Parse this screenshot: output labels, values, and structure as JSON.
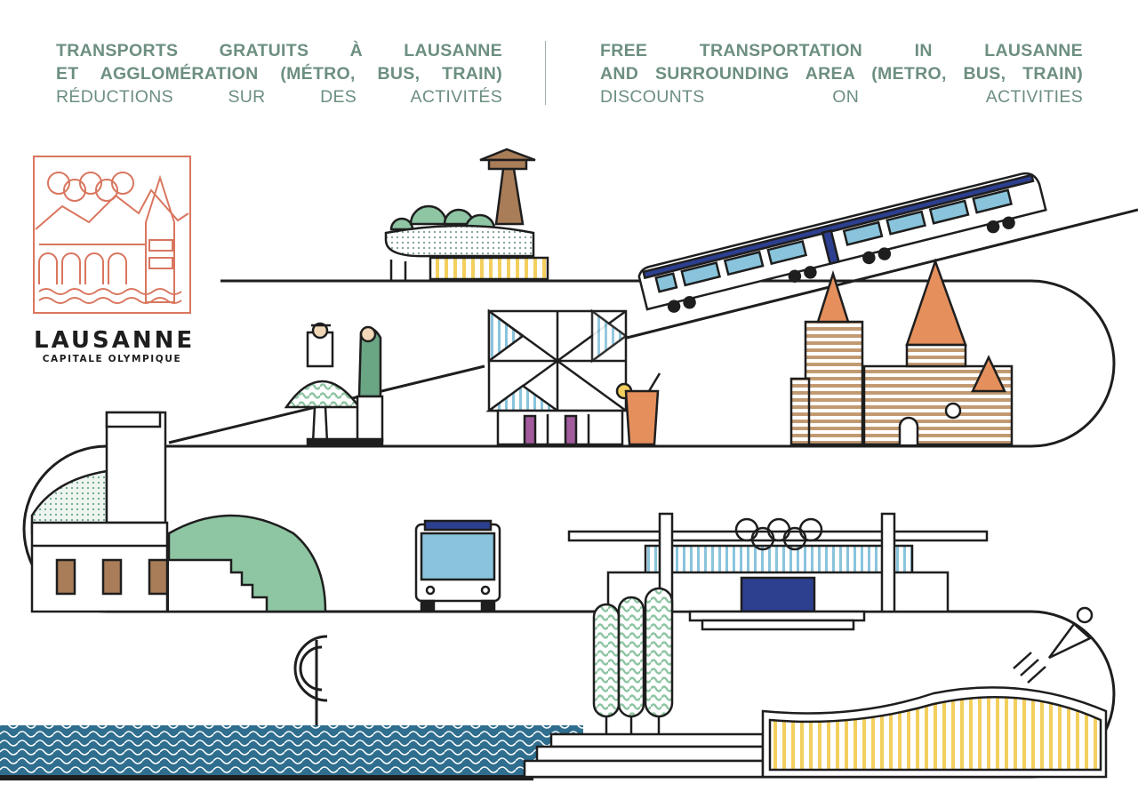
{
  "header": {
    "fr": {
      "line1": "TRANSPORTS GRATUITS À LAUSANNE",
      "line2": "ET AGGLOMÉRATION (MÉTRO, BUS, TRAIN)",
      "line3": "RÉDUCTIONS SUR DES ACTIVITÉS"
    },
    "en": {
      "line1": "FREE TRANSPORTATION IN LAUSANNE",
      "line2": "AND SURROUNDING AREA (METRO, BUS, TRAIN)",
      "line3": "DISCOUNTS ON ACTIVITIES"
    }
  },
  "logo": {
    "name": "LAUSANNE",
    "subtitle": "CAPITALE OLYMPIQUE",
    "color": "#d9765f"
  },
  "colors": {
    "text_green": "#6d8f80",
    "outline": "#1e1e1e",
    "lake_blue": "#2f6e8e",
    "light_blue": "#89c4dc",
    "green": "#8ec5a3",
    "wood_brown": "#a97d58",
    "yellow": "#f3cf5e",
    "orange": "#e58f5c",
    "purple": "#a25b9c",
    "navy": "#2d3f8f"
  },
  "illustrations": [
    "olympic-rings-icon",
    "cathedral-icon",
    "metro-train-icon",
    "bus-icon",
    "olympic-museum-icon",
    "badminton-shuttlecock-icon",
    "lake-waves-icon",
    "sauvabelin-tower-icon"
  ]
}
